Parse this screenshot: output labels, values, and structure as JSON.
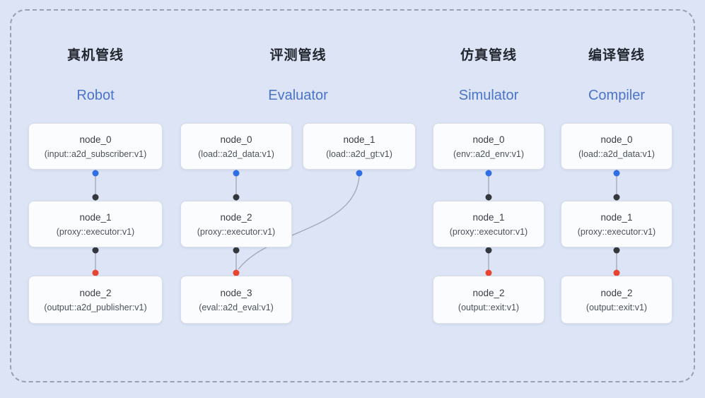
{
  "colors": {
    "background": "#dce4f6",
    "frame_dashed": "#98a1b4",
    "node_background": "#fbfcfe",
    "node_border": "#d9dee8",
    "title_cn": "#22262e",
    "title_en": "#4a74c9",
    "edge": "#a3abbb",
    "dot_blue": "#2f6fe4",
    "dot_black": "#34383d",
    "dot_red": "#e8442e"
  },
  "pipelines": [
    {
      "title_cn": "真机管线",
      "title_en": "Robot",
      "nodes": [
        {
          "name": "node_0",
          "type": "(input::a2d_subscriber:v1)"
        },
        {
          "name": "node_1",
          "type": "(proxy::executor:v1)"
        },
        {
          "name": "node_2",
          "type": "(output::a2d_publisher:v1)"
        }
      ]
    },
    {
      "title_cn": "评测管线",
      "title_en": "Evaluator",
      "nodes": [
        {
          "name": "node_0",
          "type": "(load::a2d_data:v1)"
        },
        {
          "name": "node_1",
          "type": "(load::a2d_gt:v1)"
        },
        {
          "name": "node_2",
          "type": "(proxy::executor:v1)"
        },
        {
          "name": "node_3",
          "type": "(eval::a2d_eval:v1)"
        }
      ]
    },
    {
      "title_cn": "仿真管线",
      "title_en": "Simulator",
      "nodes": [
        {
          "name": "node_0",
          "type": "(env::a2d_env:v1)"
        },
        {
          "name": "node_1",
          "type": "(proxy::executor:v1)"
        },
        {
          "name": "node_2",
          "type": "(output::exit:v1)"
        }
      ]
    },
    {
      "title_cn": "编译管线",
      "title_en": "Compiler",
      "nodes": [
        {
          "name": "node_0",
          "type": "(load::a2d_data:v1)"
        },
        {
          "name": "node_1",
          "type": "(proxy::executor:v1)"
        },
        {
          "name": "node_2",
          "type": "(output::exit:v1)"
        }
      ]
    }
  ]
}
